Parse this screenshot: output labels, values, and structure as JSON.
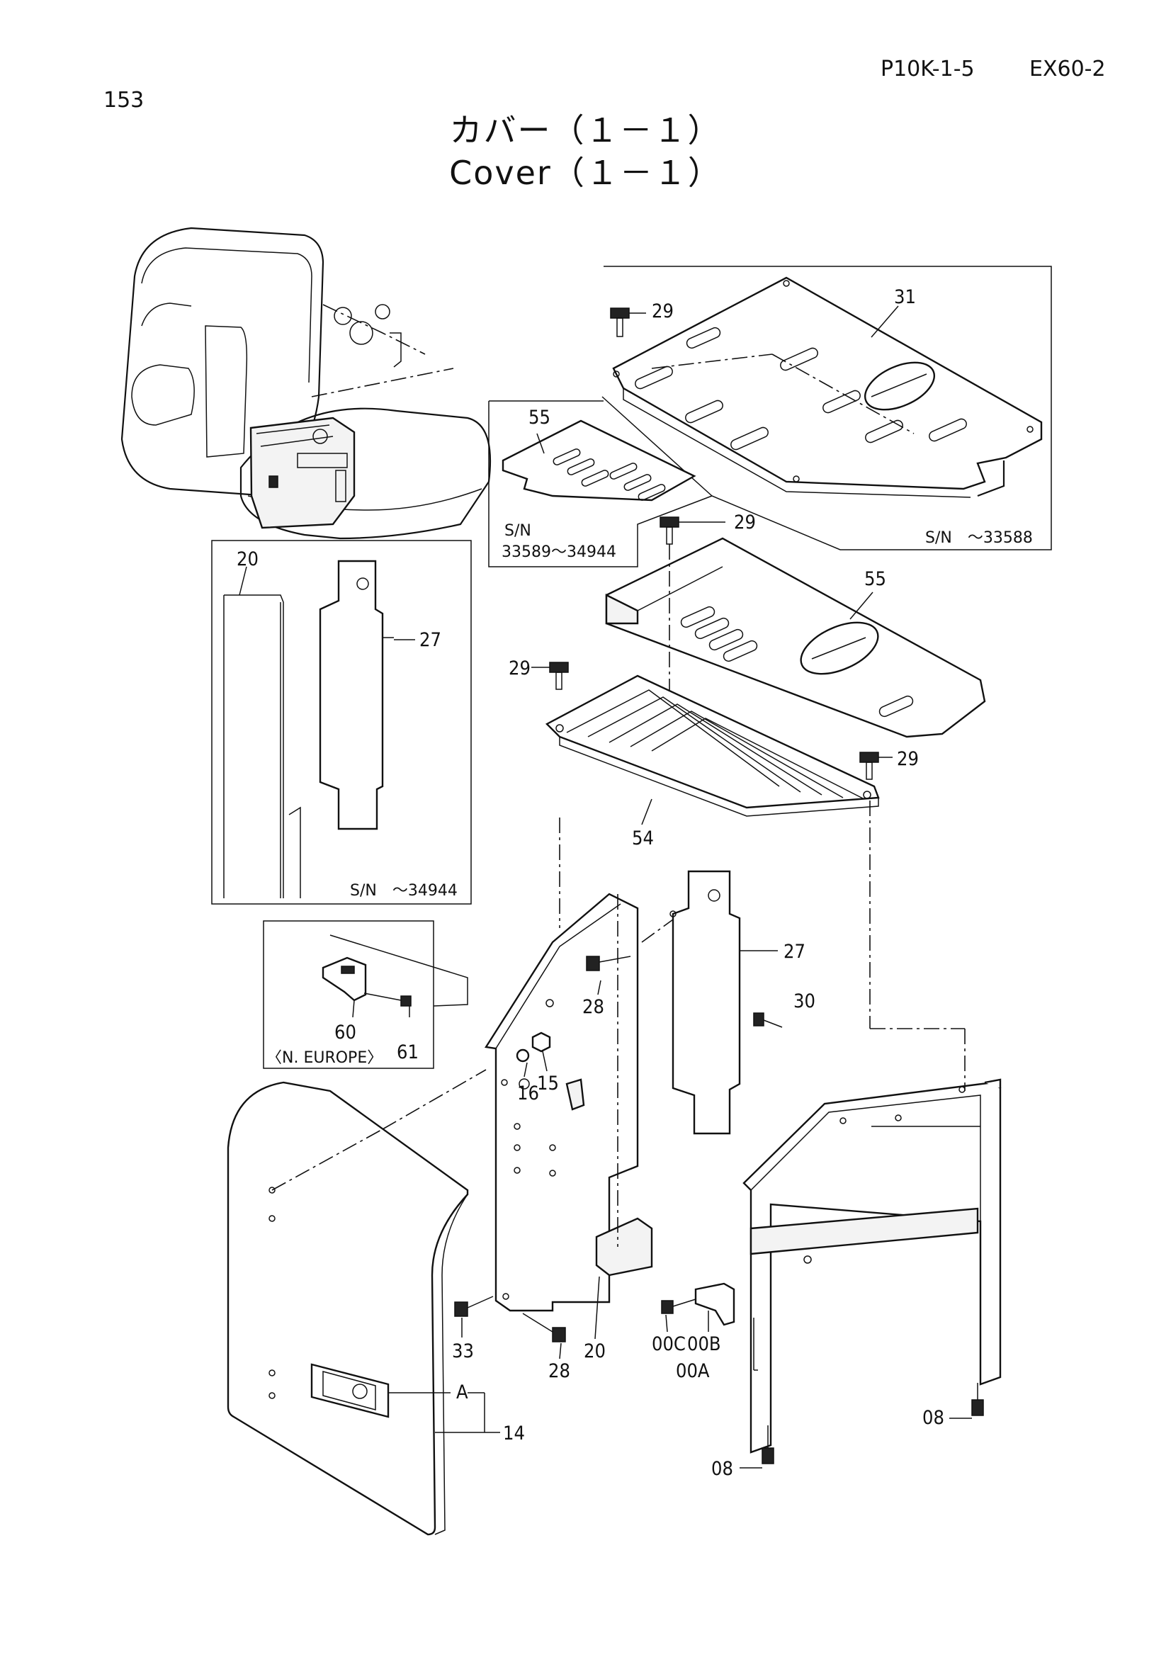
{
  "header": {
    "page_number": "153",
    "catalog_code": "P10K-1-5",
    "model": "EX60-2"
  },
  "title": {
    "japanese": "カバー（１－１）",
    "english": "Cover（１－１）"
  },
  "diagram": {
    "callouts": {
      "p31": "31",
      "p29a": "29",
      "p55a": "55",
      "p29b": "29",
      "p55b": "55",
      "p29c": "29",
      "p29d": "29",
      "p54": "54",
      "p20a": "20",
      "p27a": "27",
      "p60": "60",
      "p61": "61",
      "p28a": "28",
      "p16": "16",
      "p15": "15",
      "p27b": "27",
      "p30": "30",
      "p33": "33",
      "p28b": "28",
      "p20b": "20",
      "p00c": "00C",
      "p00b": "00B",
      "p00a": "00A",
      "pA": "A",
      "p14": "14",
      "p08a": "08",
      "p08b": "08"
    },
    "notes": {
      "sn_top_right": "S/N　～33588",
      "sn_mid_label": "S/N",
      "sn_mid_range": "33589～34944",
      "sn_left_box": "S/N　～34944",
      "region": "〈N. EUROPE〉"
    }
  }
}
